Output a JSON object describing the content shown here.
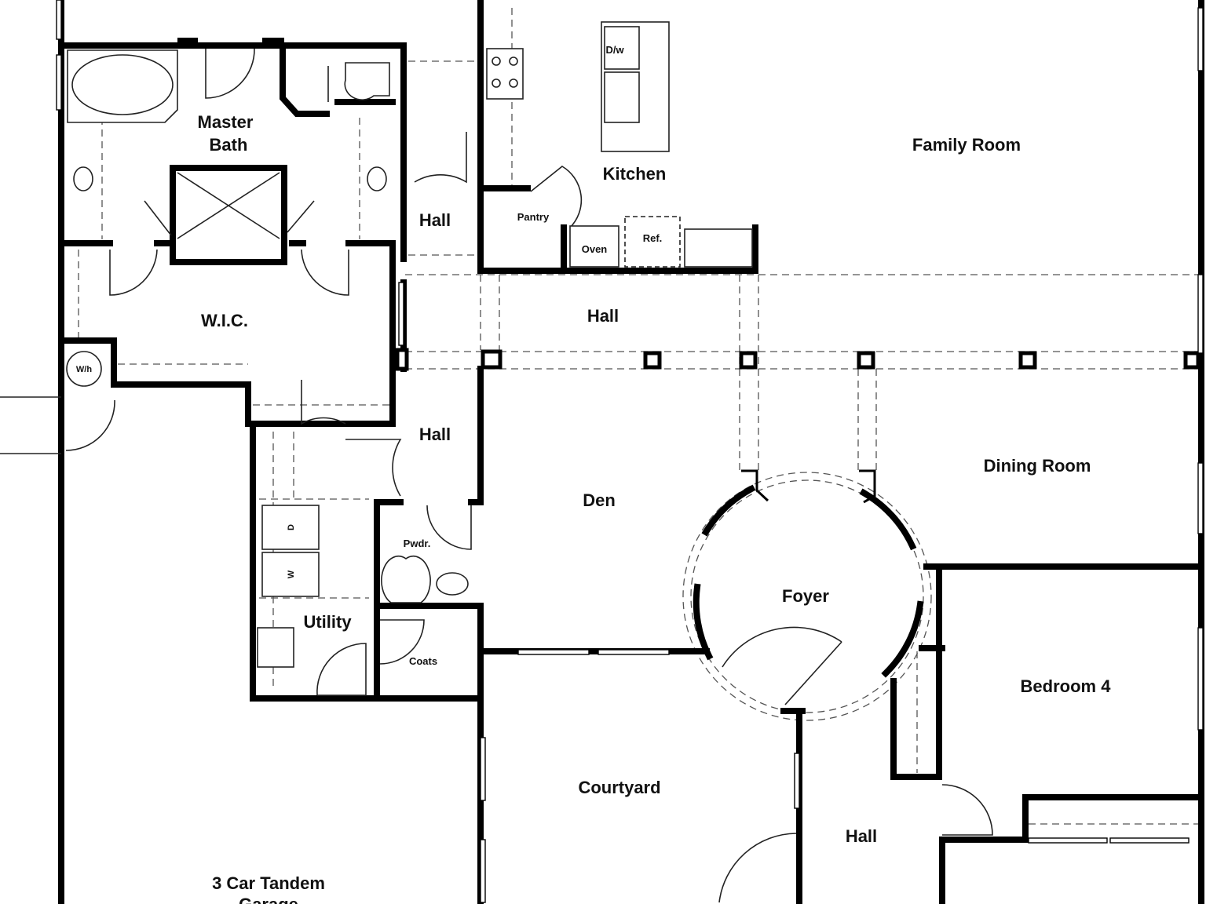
{
  "floor_plan": {
    "rooms": {
      "master_bath": {
        "line1": "Master",
        "line2": "Bath"
      },
      "wic": "W.I.C.",
      "water_heater": "W/h",
      "hall_upper": "Hall",
      "kitchen": "Kitchen",
      "dishwasher": "D/w",
      "pantry": "Pantry",
      "oven": "Oven",
      "refrigerator": "Ref.",
      "family_room": "Family Room",
      "hall_center": "Hall",
      "hall_mid": "Hall",
      "den": "Den",
      "dining_room": "Dining Room",
      "powder": "Pwdr.",
      "dryer": "D",
      "washer": "W",
      "utility": "Utility",
      "coats": "Coats",
      "foyer": "Foyer",
      "bedroom4": "Bedroom 4",
      "courtyard": "Courtyard",
      "hall_lower": "Hall",
      "garage": {
        "line1": "3 Car Tandem",
        "line2": "Garage"
      }
    }
  }
}
